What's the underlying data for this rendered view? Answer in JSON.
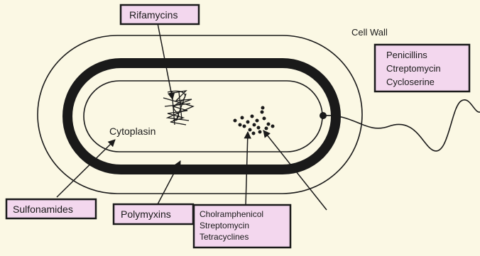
{
  "colors": {
    "background": "#fbf8e4",
    "label_box_fill": "#f3d7ee",
    "ink": "#1a1a1a"
  },
  "structures": {
    "cell_wall": "Cell Wall",
    "cytoplasm": "Cytoplasin"
  },
  "drug_labels": {
    "rifamycins": "Rifamycins",
    "cell_wall_drugs": [
      "Penicillins",
      "Ctreptomycin",
      "Cycloserine"
    ],
    "sulfonamides": "Sulfonamides",
    "polymyxins": "Polymyxins",
    "ribosome_drugs": [
      "Cholramphenicol",
      "Streptomycin",
      "Tetracyclines"
    ]
  }
}
